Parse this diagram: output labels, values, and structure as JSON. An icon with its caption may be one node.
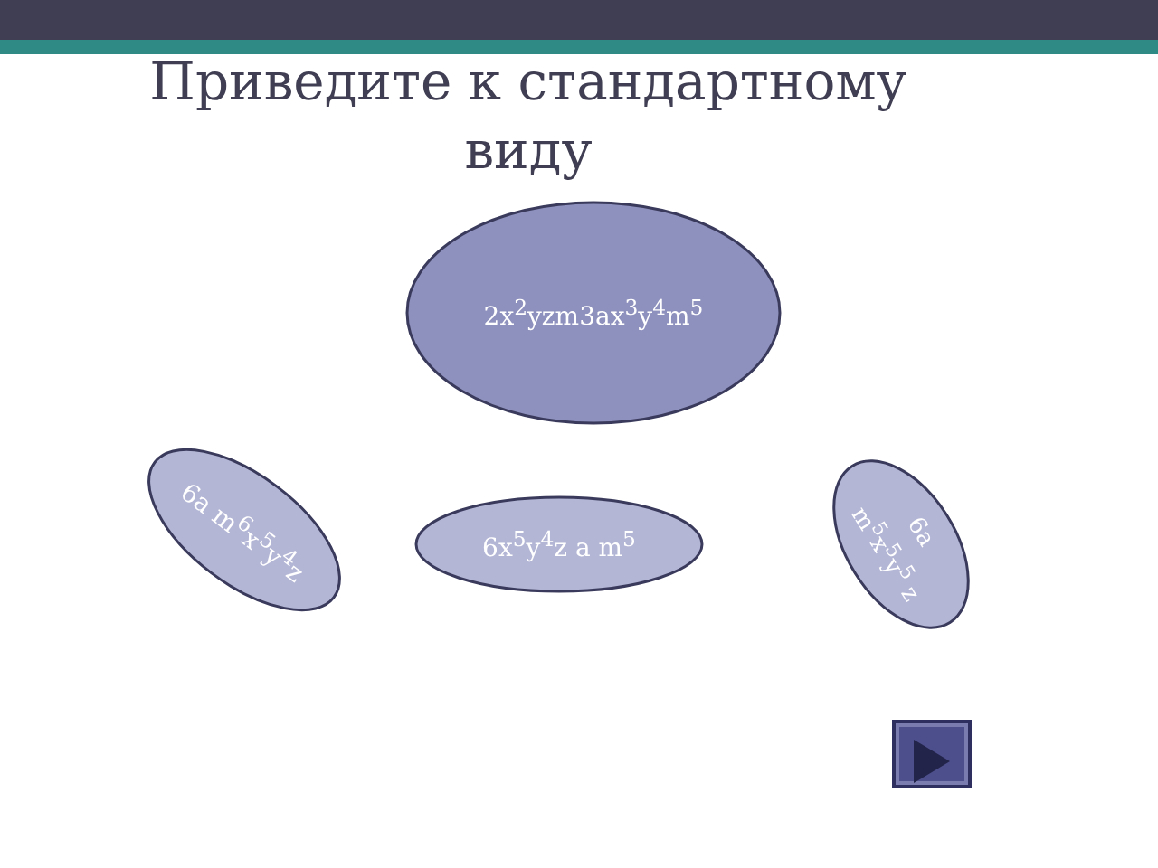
{
  "diagram": {
    "title": "Приведите к стандартному виду",
    "nodes": [
      {
        "text": [
          "2x$^{2}$yzm3ax$^{3}$y$^{4}$m$^{5}$"
        ]
      },
      {
        "text": [
          "6a m$^{6}$x$^{5}$y$^{4}$z"
        ]
      },
      {
        "text": [
          "6x$^{5}$y$^{4}$z a m$^{5}$"
        ]
      },
      {
        "text": [
          "6a m$^{5}$x$^{5}$y$^{5}$ z"
        ]
      }
    ]
  }
}
